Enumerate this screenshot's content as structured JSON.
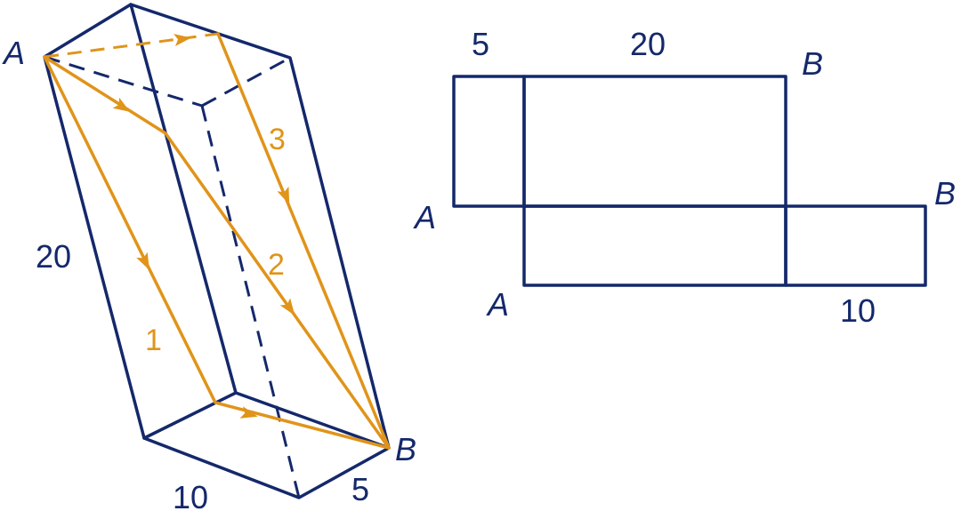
{
  "colors": {
    "edge": "#14286b",
    "route": "#e09419",
    "background": "#ffffff"
  },
  "box": {
    "vertex_start": "A",
    "vertex_end": "B",
    "length_label": "20",
    "width_label": "10",
    "depth_label": "5",
    "routes": [
      "1",
      "2",
      "3"
    ]
  },
  "net": {
    "top_labels": {
      "small": "5",
      "long": "20"
    },
    "bottom_label": "10",
    "vertex_start_upper": "A",
    "vertex_start_lower": "A",
    "vertex_end_upper": "B",
    "vertex_end_right": "B"
  }
}
